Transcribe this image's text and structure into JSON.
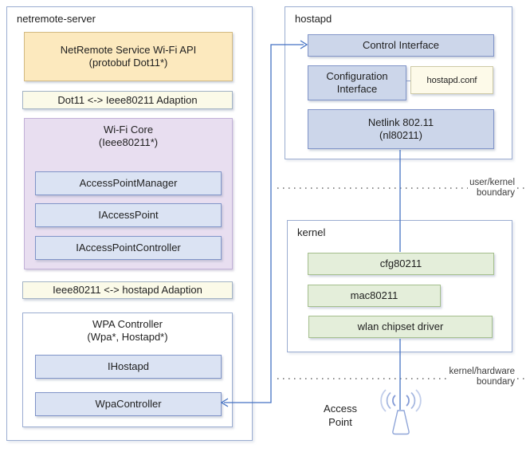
{
  "diagram": {
    "netremote": {
      "title": "netremote-server",
      "api_box": {
        "line1": "NetRemote Service Wi-Fi API",
        "line2": "(protobuf Dot11*)"
      },
      "adaption_top": "Dot11 <-> Ieee80211 Adaption",
      "wifi_core": {
        "title": "Wi-Fi Core",
        "subtitle": "(Ieee80211*)",
        "items": [
          "AccessPointManager",
          "IAccessPoint",
          "IAccessPointController"
        ]
      },
      "adaption_bottom": "Ieee80211 <-> hostapd Adaption",
      "wpa_controller": {
        "title": "WPA Controller",
        "subtitle": "(Wpa*, Hostapd*)",
        "items": [
          "IHostapd",
          "WpaController"
        ]
      }
    },
    "hostapd": {
      "title": "hostapd",
      "control_interface": "Control Interface",
      "configuration_interface": {
        "line1": "Configuration",
        "line2": "Interface"
      },
      "config_file": "hostapd.conf",
      "netlink": {
        "line1": "Netlink 802.11",
        "line2": "(nl80211)"
      }
    },
    "kernel": {
      "title": "kernel",
      "items": [
        "cfg80211",
        "mac80211",
        "wlan chipset driver"
      ]
    },
    "boundaries": {
      "user_kernel": {
        "line1": "user/kernel",
        "line2": "boundary"
      },
      "kernel_hardware": {
        "line1": "kernel/hardware",
        "line2": "boundary"
      }
    },
    "access_point": {
      "line1": "Access",
      "line2": "Point"
    }
  },
  "colors": {
    "container_border": "#9badd1",
    "blue_box_fill_left": "#dbe3f3",
    "blue_box_fill_right": "#ccd6ea",
    "blue_box_border": "#8094c8",
    "green_box_fill": "#e4eeda",
    "green_box_border": "#a5bf8d",
    "yellow_box_fill": "#fce9be",
    "yellow_box_border": "#d2ba83",
    "adaption_bar_fill": "#fbfae8",
    "purple_box_fill": "#e8def0",
    "purple_box_border": "#c2b1d8",
    "connector_line": "#4472c4",
    "boundary_dots": "#8c8c8c",
    "antenna_stroke": "#8fa5d8"
  }
}
